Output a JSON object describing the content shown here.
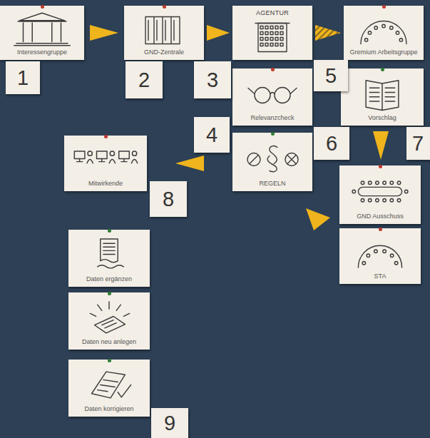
{
  "diagram": {
    "nodes": [
      {
        "text": [
          "Interessengruppe"
        ]
      },
      {
        "text": [
          "GND-Zentrale"
        ]
      },
      {
        "text": [
          "AGENTUR"
        ]
      },
      {
        "text": [
          "Gremium Arbeitsgruppe"
        ]
      },
      {
        "text": [
          "Relevanzcheck"
        ]
      },
      {
        "text": [
          "Vorschlag"
        ]
      },
      {
        "text": [
          "REGELN"
        ]
      },
      {
        "text": [
          "Mitwirkende"
        ]
      },
      {
        "text": [
          "GND Ausschuss"
        ]
      },
      {
        "text": [
          "STA"
        ]
      },
      {
        "text": [
          "Daten ergänzen"
        ]
      },
      {
        "text": [
          "Daten neu anlegen"
        ]
      },
      {
        "text": [
          "Daten korrigieren"
        ]
      }
    ],
    "edges": [
      {
        "from": 0,
        "to": 1,
        "arrow": "to"
      },
      {
        "from": 1,
        "to": 2,
        "arrow": "to"
      },
      {
        "from": 2,
        "to": 3,
        "arrow": "to"
      },
      {
        "from": 5,
        "to": 8,
        "arrow": "to"
      },
      {
        "from": 6,
        "to": 7,
        "arrow": "to"
      }
    ],
    "labels": [
      "1",
      "2",
      "3",
      "4",
      "5",
      "6",
      "7",
      "8",
      "9"
    ]
  }
}
